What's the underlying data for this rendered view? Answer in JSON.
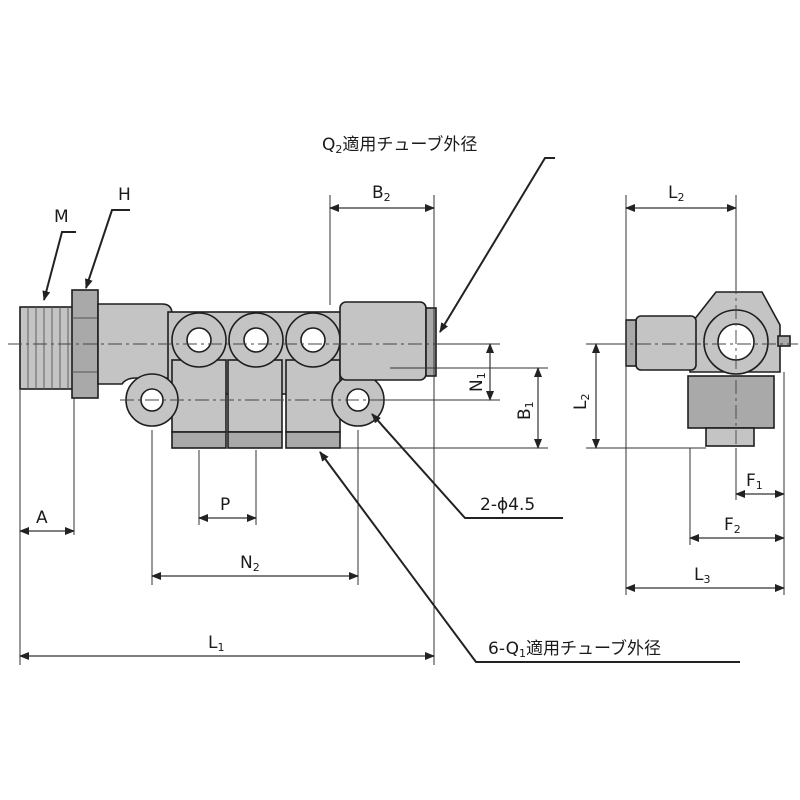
{
  "labels": {
    "M": "M",
    "H": "H",
    "A": "A",
    "P": "P",
    "N2_main": "N",
    "N2_sub": "2",
    "L1_main": "L",
    "L1_sub": "1",
    "B2_main": "B",
    "B2_sub": "2",
    "N1_main": "N",
    "N1_sub": "1",
    "B1_main": "B",
    "B1_sub": "1",
    "hole_note": "2-ϕ4.5",
    "q2_note_main": "Q",
    "q2_note_sub": "2",
    "q2_note_rest": "適用チューブ外径",
    "q1_note_prefix": "6-Q",
    "q1_note_sub": "1",
    "q1_note_rest": "適用チューブ外径",
    "L2_top_main": "L",
    "L2_top_sub": "2",
    "L2_side_main": "L",
    "L2_side_sub": "2",
    "L3_main": "L",
    "L3_sub": "3",
    "F1_main": "F",
    "F1_sub": "1",
    "F2_main": "F",
    "F2_sub": "2"
  },
  "colors": {
    "body_fill": "#c4c4c4",
    "body_dark": "#a9a9a9",
    "line": "#1e1e1e"
  }
}
